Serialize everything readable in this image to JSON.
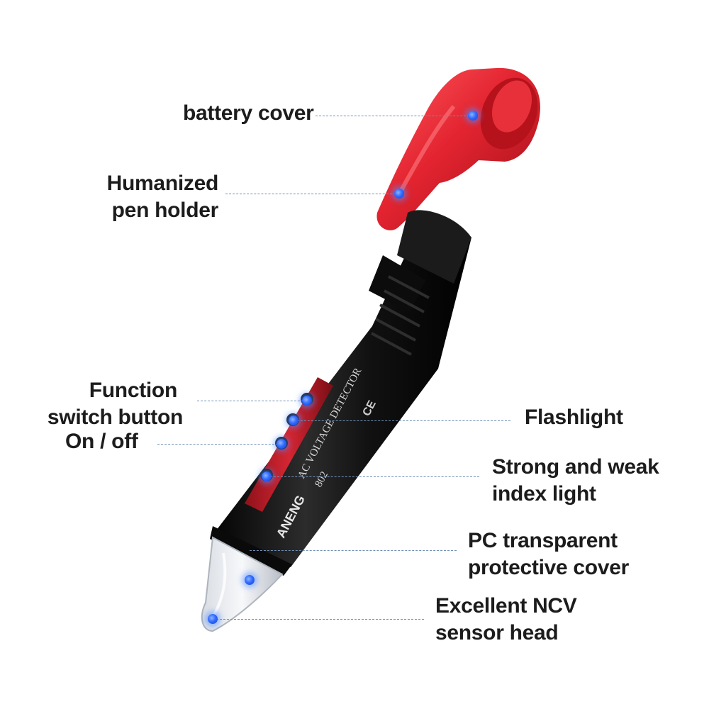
{
  "product": {
    "brand": "ANENG",
    "model": "802",
    "body_text": "AC VOLTAGE DETECTOR",
    "mark": "CE"
  },
  "callouts": {
    "battery_cover": {
      "lines": [
        "battery cover"
      ]
    },
    "pen_holder": {
      "lines": [
        "Humanized",
        "pen holder"
      ]
    },
    "function_button": {
      "lines": [
        "Function",
        "switch button"
      ]
    },
    "on_off": {
      "lines": [
        "On / off"
      ]
    },
    "flashlight": {
      "lines": [
        "Flashlight"
      ]
    },
    "index_light": {
      "lines": [
        "Strong and weak",
        "index light"
      ]
    },
    "protective_cover": {
      "lines": [
        "PC transparent",
        "protective cover"
      ]
    },
    "sensor_head": {
      "lines": [
        "Excellent NCV",
        "sensor head"
      ]
    }
  },
  "colors": {
    "cap_red": "#d8202a",
    "body_black": "#151515",
    "panel_red": "#c81e2a",
    "marker_blue": "#2f6bff",
    "leader_line": "#6f8fb5",
    "text": "#1c1c1c"
  }
}
